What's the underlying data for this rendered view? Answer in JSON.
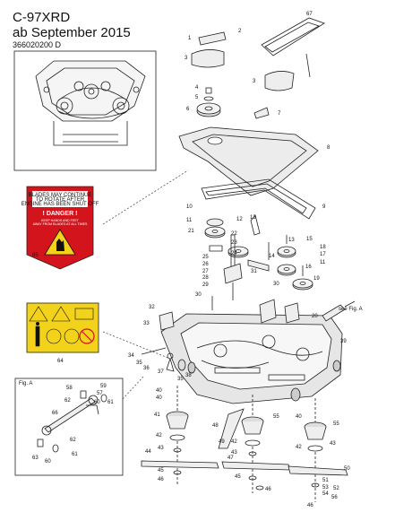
{
  "header": {
    "model": "C-97XRD",
    "validity": "ab September 2015",
    "doc_number": "366020200 D"
  },
  "danger_label": {
    "top_lines": [
      "BLADES MAY CONTINUE",
      "TO ROTATE AFTER",
      "ENGINE HAS BEEN SHUT OFF"
    ],
    "heading": "! DANGER !",
    "bottom_lines": [
      "KEEP HANDS AND FEET",
      "AWAY FROM BLADES AT ALL TIMES"
    ]
  },
  "detail_callout": "see Fig. A",
  "fig_a_label": "Fig. A",
  "callouts": [
    {
      "id": "c1",
      "text": "1"
    },
    {
      "id": "c2",
      "text": "2"
    },
    {
      "id": "c3a",
      "text": "3"
    },
    {
      "id": "c3b",
      "text": "3"
    },
    {
      "id": "c4",
      "text": "4"
    },
    {
      "id": "c5",
      "text": "5"
    },
    {
      "id": "c6",
      "text": "6"
    },
    {
      "id": "c7",
      "text": "7"
    },
    {
      "id": "c8",
      "text": "8"
    },
    {
      "id": "c9",
      "text": "9"
    },
    {
      "id": "c10",
      "text": "10"
    },
    {
      "id": "c11a",
      "text": "11"
    },
    {
      "id": "c11b",
      "text": "11"
    },
    {
      "id": "c12",
      "text": "12"
    },
    {
      "id": "c13a",
      "text": "13"
    },
    {
      "id": "c13b",
      "text": "13"
    },
    {
      "id": "c14",
      "text": "14"
    },
    {
      "id": "c15",
      "text": "15"
    },
    {
      "id": "c16",
      "text": "16"
    },
    {
      "id": "c17",
      "text": "17"
    },
    {
      "id": "c18",
      "text": "18"
    },
    {
      "id": "c19",
      "text": "19"
    },
    {
      "id": "c20",
      "text": "20"
    },
    {
      "id": "c21",
      "text": "21"
    },
    {
      "id": "c22",
      "text": "22"
    },
    {
      "id": "c23",
      "text": "23"
    },
    {
      "id": "c24",
      "text": "24"
    },
    {
      "id": "c25",
      "text": "25"
    },
    {
      "id": "c26",
      "text": "26"
    },
    {
      "id": "c27",
      "text": "27"
    },
    {
      "id": "c28",
      "text": "28"
    },
    {
      "id": "c29",
      "text": "29"
    },
    {
      "id": "c30a",
      "text": "30"
    },
    {
      "id": "c30b",
      "text": "30"
    },
    {
      "id": "c31",
      "text": "31"
    },
    {
      "id": "c32",
      "text": "32"
    },
    {
      "id": "c33",
      "text": "33"
    },
    {
      "id": "c34",
      "text": "34"
    },
    {
      "id": "c35a",
      "text": "35"
    },
    {
      "id": "c35b",
      "text": "35"
    },
    {
      "id": "c36",
      "text": "36"
    },
    {
      "id": "c37",
      "text": "37"
    },
    {
      "id": "c38",
      "text": "38"
    },
    {
      "id": "c39",
      "text": "39"
    },
    {
      "id": "c40a",
      "text": "40"
    },
    {
      "id": "c40b",
      "text": "40"
    },
    {
      "id": "c40c",
      "text": "40"
    },
    {
      "id": "c41",
      "text": "41"
    },
    {
      "id": "c42a",
      "text": "42"
    },
    {
      "id": "c42b",
      "text": "42"
    },
    {
      "id": "c42c",
      "text": "42"
    },
    {
      "id": "c43a",
      "text": "43"
    },
    {
      "id": "c43b",
      "text": "43"
    },
    {
      "id": "c43c",
      "text": "43"
    },
    {
      "id": "c44",
      "text": "44"
    },
    {
      "id": "c45a",
      "text": "45"
    },
    {
      "id": "c45b",
      "text": "45"
    },
    {
      "id": "c46a",
      "text": "46"
    },
    {
      "id": "c46b",
      "text": "46"
    },
    {
      "id": "c46c",
      "text": "46"
    },
    {
      "id": "c47",
      "text": "47"
    },
    {
      "id": "c48",
      "text": "48"
    },
    {
      "id": "c49",
      "text": "49"
    },
    {
      "id": "c50",
      "text": "50"
    },
    {
      "id": "c51",
      "text": "51"
    },
    {
      "id": "c52",
      "text": "52"
    },
    {
      "id": "c53",
      "text": "53"
    },
    {
      "id": "c54",
      "text": "54"
    },
    {
      "id": "c55a",
      "text": "55"
    },
    {
      "id": "c55b",
      "text": "55"
    },
    {
      "id": "c56",
      "text": "56"
    },
    {
      "id": "c57",
      "text": "57"
    },
    {
      "id": "c58",
      "text": "58"
    },
    {
      "id": "c59",
      "text": "59"
    },
    {
      "id": "c60a",
      "text": "60"
    },
    {
      "id": "c60b",
      "text": "60"
    },
    {
      "id": "c61a",
      "text": "61"
    },
    {
      "id": "c61b",
      "text": "61"
    },
    {
      "id": "c62a",
      "text": "62"
    },
    {
      "id": "c62b",
      "text": "62"
    },
    {
      "id": "c63",
      "text": "63"
    },
    {
      "id": "c64",
      "text": "64"
    },
    {
      "id": "c65",
      "text": "65"
    },
    {
      "id": "c66",
      "text": "66"
    },
    {
      "id": "c67",
      "text": "67"
    }
  ],
  "colors": {
    "line": "#222222",
    "danger_red": "#d4141c",
    "warning_yellow": "#f2d21b",
    "deck_fill": "#e6e6e6"
  }
}
